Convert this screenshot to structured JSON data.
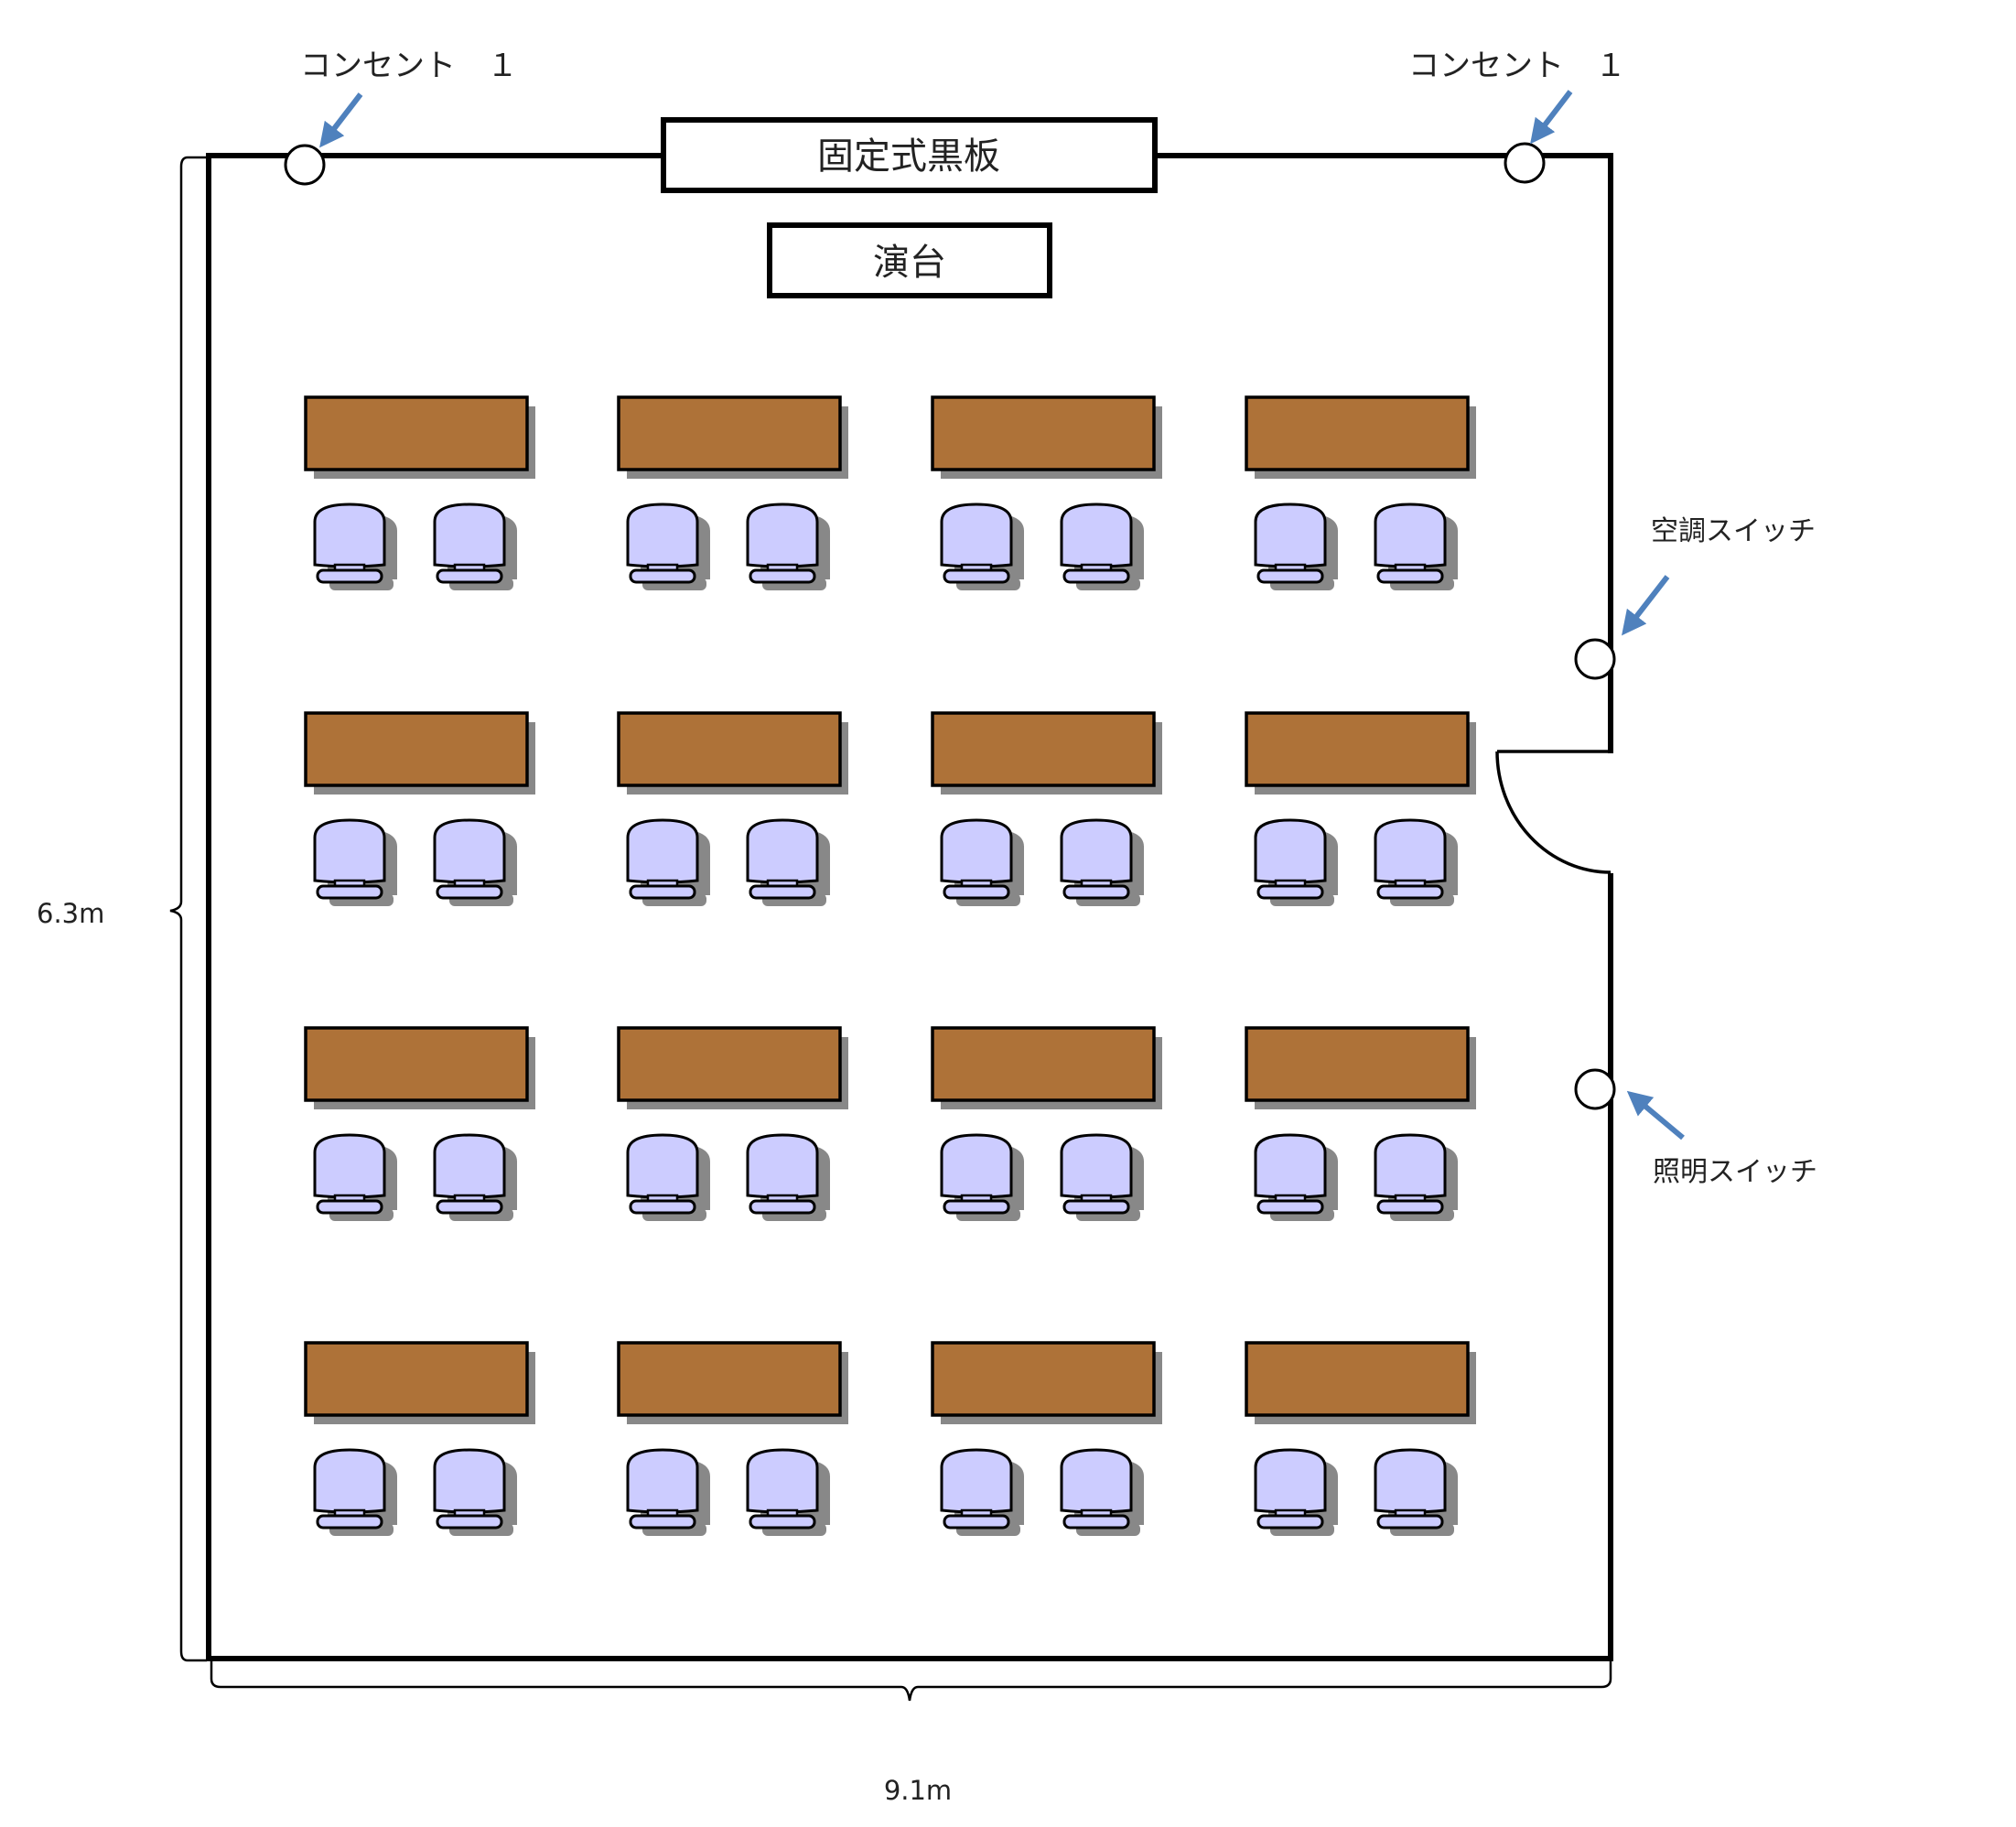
{
  "labels": {
    "outlet_left": "コンセント　１",
    "outlet_right": "コンセント　１",
    "blackboard": "固定式黒板",
    "podium": "演台",
    "ac_switch": "空調スイッチ",
    "light_switch": "照明スイッチ",
    "height": "6.3m",
    "width": "9.1m"
  },
  "layout": {
    "rows": 4,
    "desks_per_row": 4,
    "chairs_per_desk": 2
  },
  "colors": {
    "desk": "#ae7238",
    "chair": "#ccccff",
    "shadow": "#888888",
    "arrow": "#4f81bd",
    "wall": "#000000"
  }
}
